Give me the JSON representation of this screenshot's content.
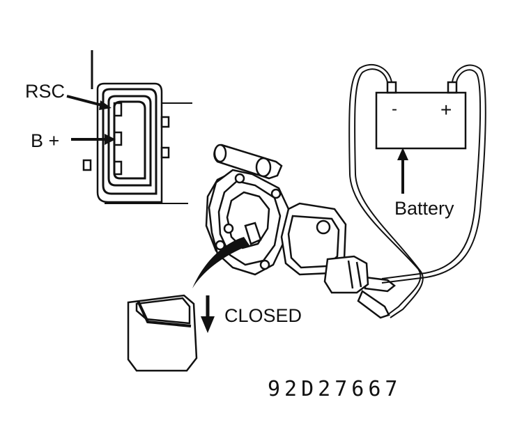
{
  "labels": {
    "rsc": "RSC",
    "b_plus": "B +",
    "battery_minus": "-",
    "battery_plus": "+",
    "battery": "Battery",
    "closed": "CLOSED",
    "figure_code": "92D27667"
  },
  "colors": {
    "ink": "#111111",
    "paper": "#ffffff"
  }
}
